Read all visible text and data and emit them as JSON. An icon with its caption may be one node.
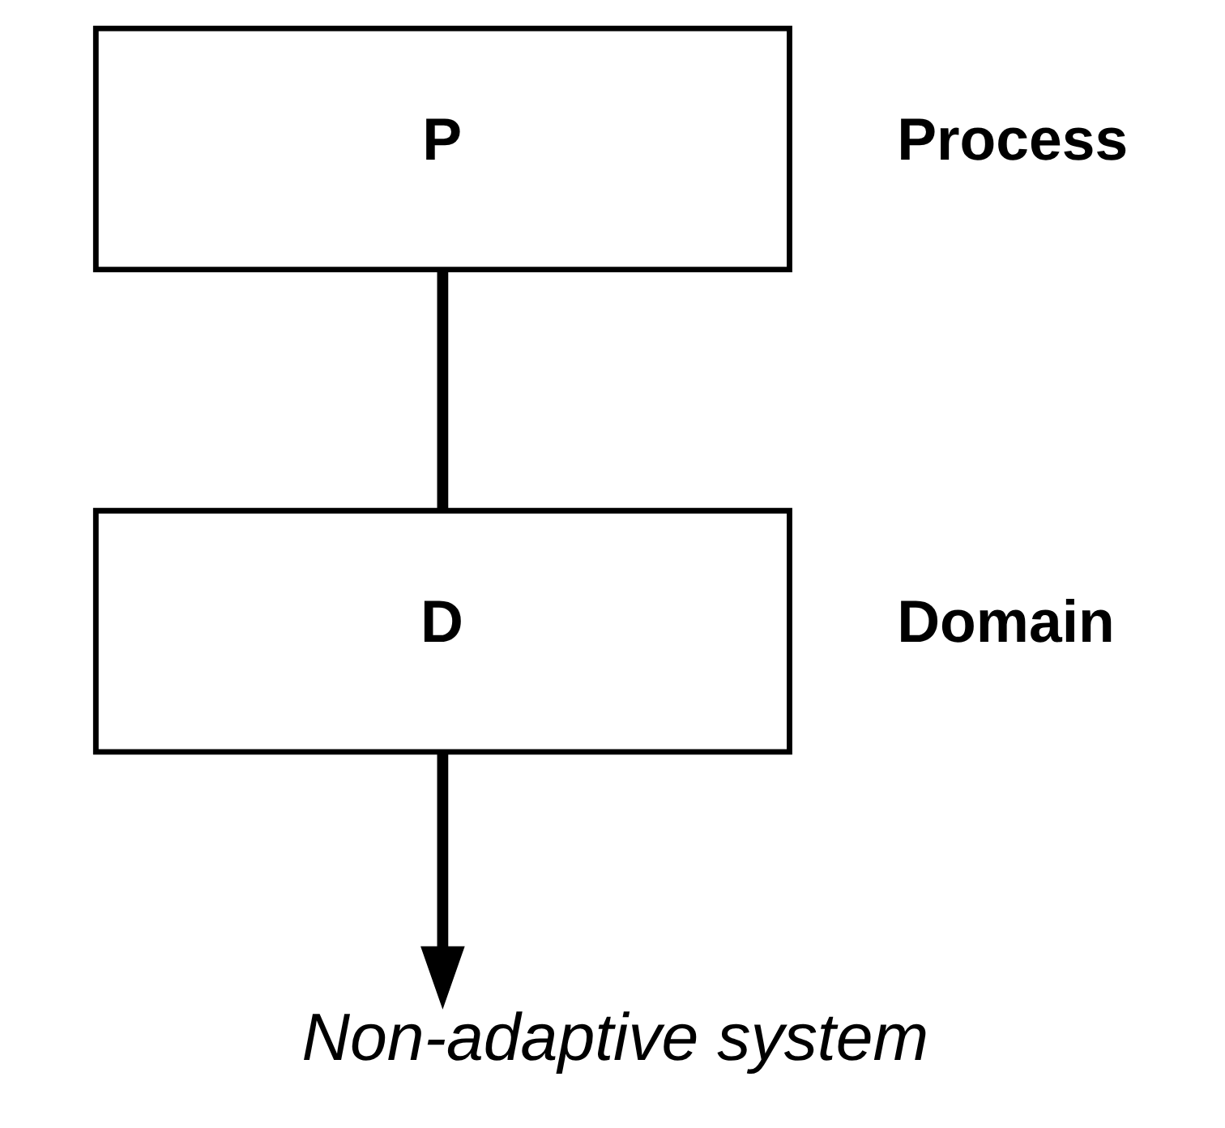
{
  "diagram": {
    "caption": "Non-adaptive system",
    "nodes": [
      {
        "text": [
          "P"
        ],
        "beside": [
          "Process"
        ]
      },
      {
        "text": [
          "D"
        ],
        "beside": [
          "Domain"
        ]
      }
    ],
    "edges": [
      {
        "from": 0,
        "to": 1,
        "arrow": "none"
      },
      {
        "from": 1,
        "to": null,
        "arrow": "to"
      }
    ]
  }
}
